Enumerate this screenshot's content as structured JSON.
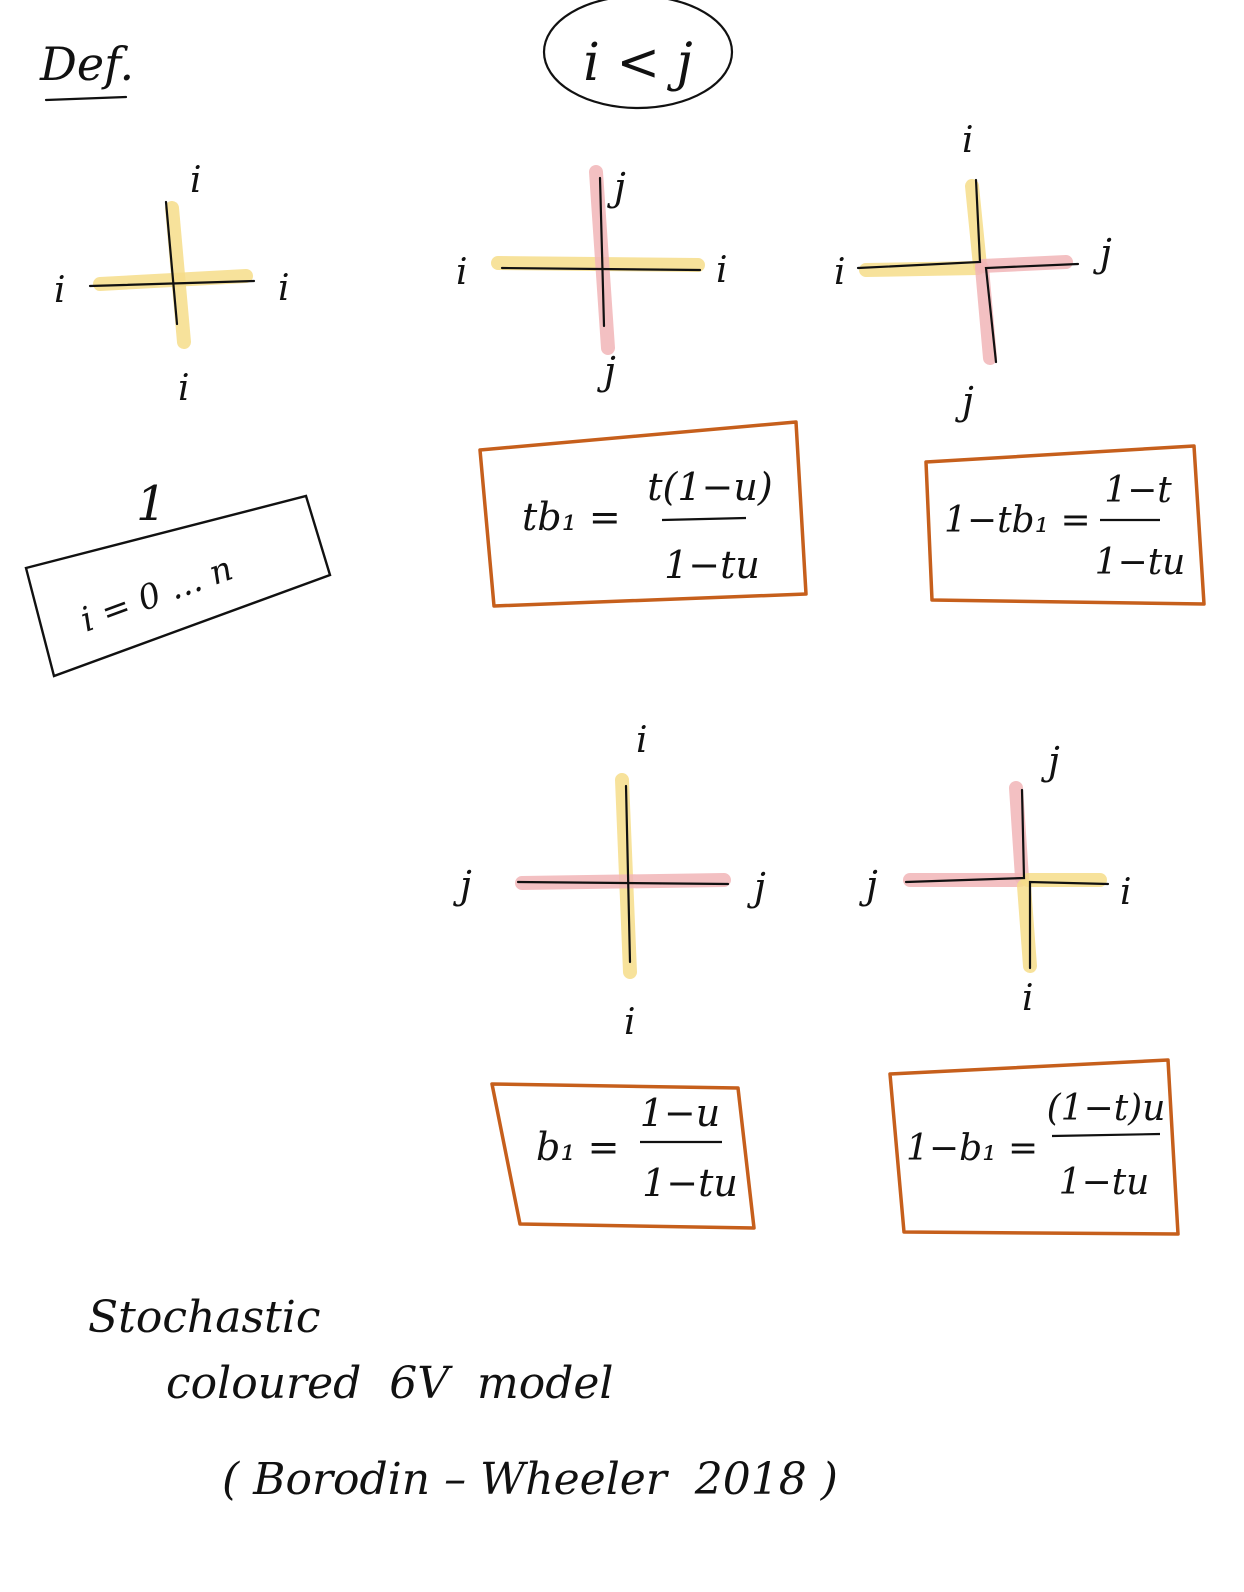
{
  "colors": {
    "yellow_highlight": "#f6dd8a",
    "pink_highlight": "#f2b6b8",
    "box_orange": "#c65f1c",
    "ink": "#111111"
  },
  "header": {
    "def_label": "Def.",
    "condition": "i < j"
  },
  "vertex_types": [
    {
      "labels": {
        "top": "i",
        "left": "i",
        "right": "i",
        "bottom": "i"
      },
      "weight_numeral": "1",
      "weight_box": "i = 0 ... n"
    },
    {
      "labels": {
        "top": "j",
        "left": "i",
        "right": "i",
        "bottom": "j"
      },
      "weight_lhs": "tb₁ =",
      "weight_num": "t(1−u)",
      "weight_den": "1−tu"
    },
    {
      "labels": {
        "top": "i",
        "left": "i",
        "right": "j",
        "bottom": "j"
      },
      "weight_lhs": "1−tb₁ =",
      "weight_num": "1−t",
      "weight_den": "1−tu"
    },
    {
      "labels": {
        "top": "i",
        "left": "j",
        "right": "j",
        "bottom": "i"
      },
      "weight_lhs": "b₁ =",
      "weight_num": "1−u",
      "weight_den": "1−tu"
    },
    {
      "labels": {
        "top": "j",
        "left": "j",
        "right": "i",
        "bottom": "i"
      },
      "weight_lhs": "1−b₁ =",
      "weight_num": "(1−t)u",
      "weight_den": "1−tu"
    }
  ],
  "footer": {
    "line1": "Stochastic",
    "line2": "coloured  6V  model",
    "line3": "( Borodin – Wheeler  2018 )"
  }
}
